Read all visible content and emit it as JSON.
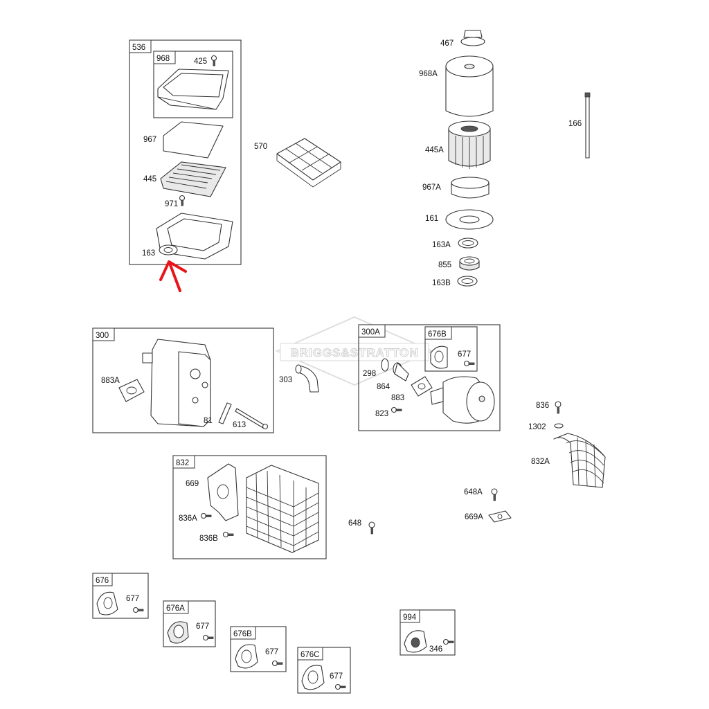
{
  "diagram": {
    "watermark": "BRIGGS&STRATTON",
    "accent_color": "#e8141b",
    "boxes": {
      "b536": "536",
      "b968": "968",
      "b300": "300",
      "b300A": "300A",
      "b676B_top": "676B",
      "b832": "832",
      "b676": "676",
      "b676A": "676A",
      "b676B": "676B",
      "b676C": "676C",
      "b994": "994"
    },
    "labels": {
      "l425": "425",
      "l967": "967",
      "l445": "445",
      "l971": "971",
      "l163": "163",
      "l570": "570",
      "l467": "467",
      "l968A": "968A",
      "l445A": "445A",
      "l967A": "967A",
      "l161": "161",
      "l163A": "163A",
      "l855": "855",
      "l163B": "163B",
      "l166": "166",
      "l883A": "883A",
      "l81": "81",
      "l613": "613",
      "l303": "303",
      "l298": "298",
      "l864": "864",
      "l883": "883",
      "l823": "823",
      "l677_top": "677",
      "l836": "836",
      "l1302": "1302",
      "l832A": "832A",
      "l669": "669",
      "l836A": "836A",
      "l836B": "836B",
      "l648A": "648A",
      "l669A": "669A",
      "l648": "648",
      "l677_a": "677",
      "l677_b": "677",
      "l677_c": "677",
      "l677_d": "677",
      "l346": "346"
    }
  }
}
